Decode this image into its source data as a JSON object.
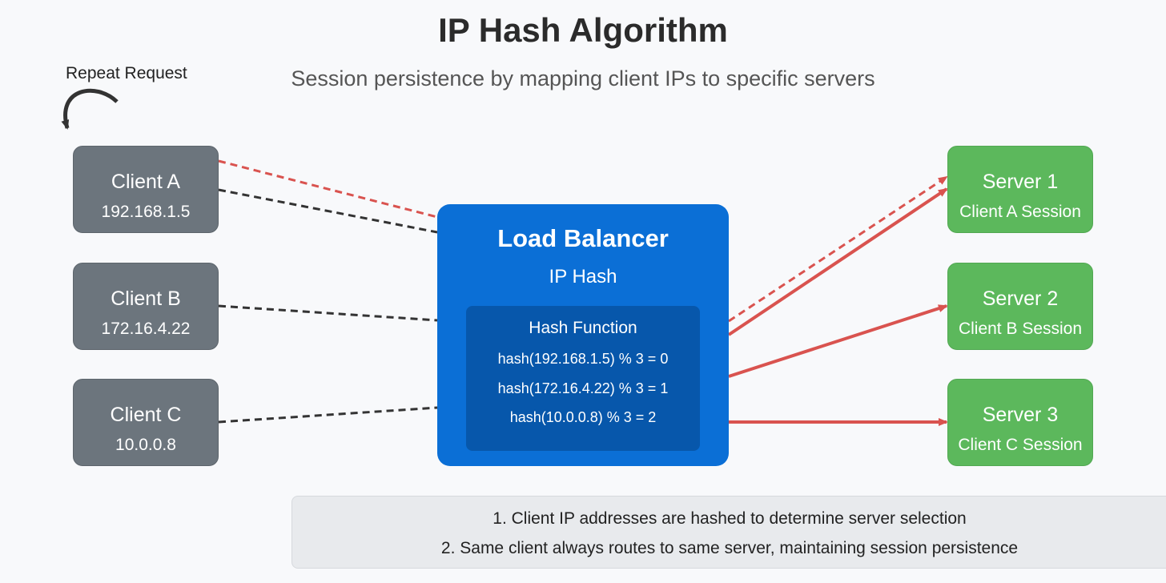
{
  "title": "IP Hash Algorithm",
  "subtitle": "Session persistence by mapping client IPs to specific servers",
  "repeat_request_label": "Repeat Request",
  "clients": [
    {
      "name": "Client A",
      "ip": "192.168.1.5"
    },
    {
      "name": "Client B",
      "ip": "172.16.4.22"
    },
    {
      "name": "Client C",
      "ip": "10.0.0.8"
    }
  ],
  "load_balancer": {
    "title": "Load Balancer",
    "method": "IP Hash",
    "hash_function": {
      "title": "Hash Function",
      "lines": [
        "hash(192.168.1.5) % 3 = 0",
        "hash(172.16.4.22) % 3 = 1",
        "hash(10.0.0.8) % 3 = 2"
      ]
    }
  },
  "servers": [
    {
      "name": "Server 1",
      "session": "Client A Session"
    },
    {
      "name": "Server 2",
      "session": "Client B Session"
    },
    {
      "name": "Server 3",
      "session": "Client C Session"
    }
  ],
  "notes": [
    "1. Client IP addresses are hashed to determine server selection",
    "2. Same client always routes to same server, maintaining session persistence"
  ],
  "colors": {
    "client": "#6c757d",
    "server": "#5cb85c",
    "load_balancer": "#0b6fd6",
    "hash_box": "#0757ab",
    "route_line": "#d9534f",
    "request_line": "#333333"
  }
}
